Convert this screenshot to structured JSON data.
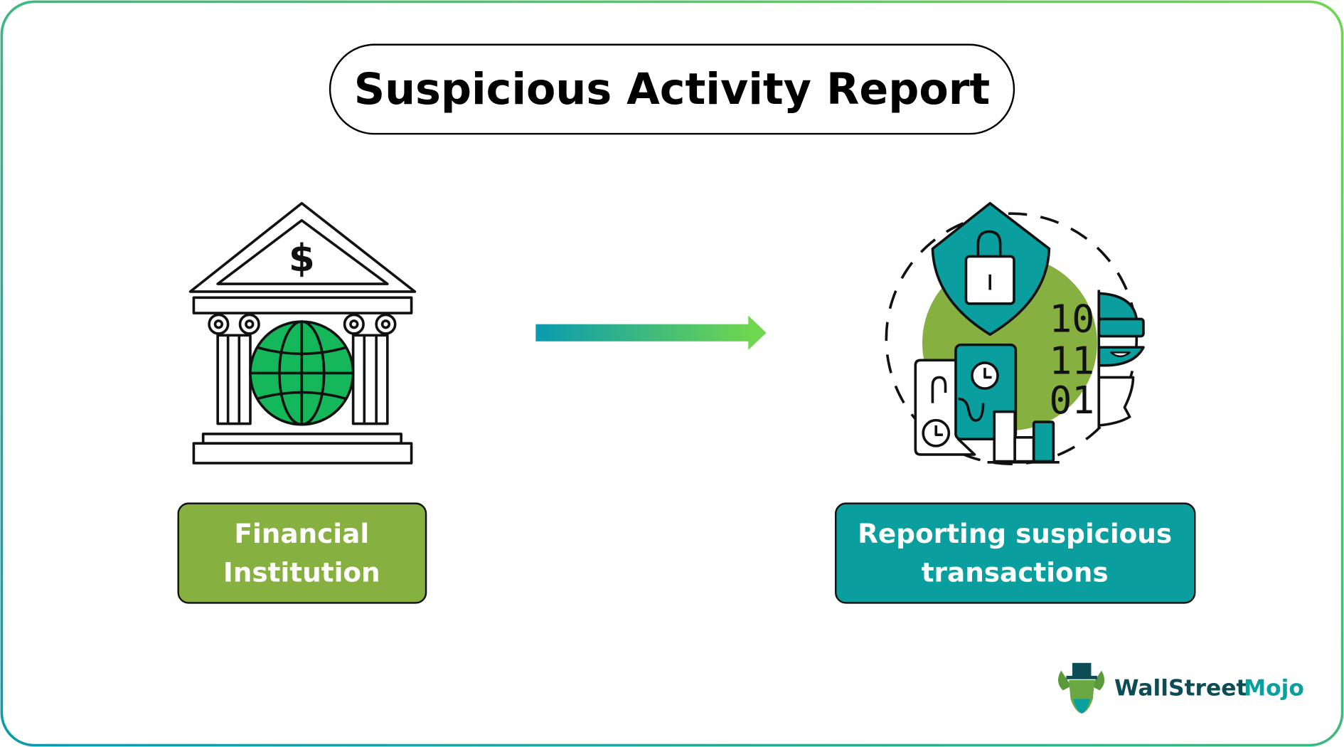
{
  "title": "Suspicious Activity Report",
  "left_box": {
    "line1": "Financial",
    "line2": "Institution"
  },
  "right_box": {
    "line1": "Reporting suspicious",
    "line2": "transactions"
  },
  "binary": [
    "10",
    "11",
    "01"
  ],
  "bank_icon": {
    "symbol": "$"
  },
  "logo": {
    "part1": "WallStreet",
    "part2": "Mojo"
  },
  "colors": {
    "green_box": "#86b040",
    "teal_box": "#0a9e9e",
    "globe": "#14b85a",
    "arrow_start": "#0a9ab0",
    "arrow_end": "#6fd650",
    "logo_dark": "#0c4c54",
    "logo_teal": "#0aa0a0"
  },
  "icons": [
    "bank-icon",
    "globe-icon",
    "arrow-right-icon",
    "shield-lock-icon",
    "thief-icon",
    "document-icon",
    "clock-icon",
    "bar-chart-icon",
    "logo-bull-icon"
  ]
}
